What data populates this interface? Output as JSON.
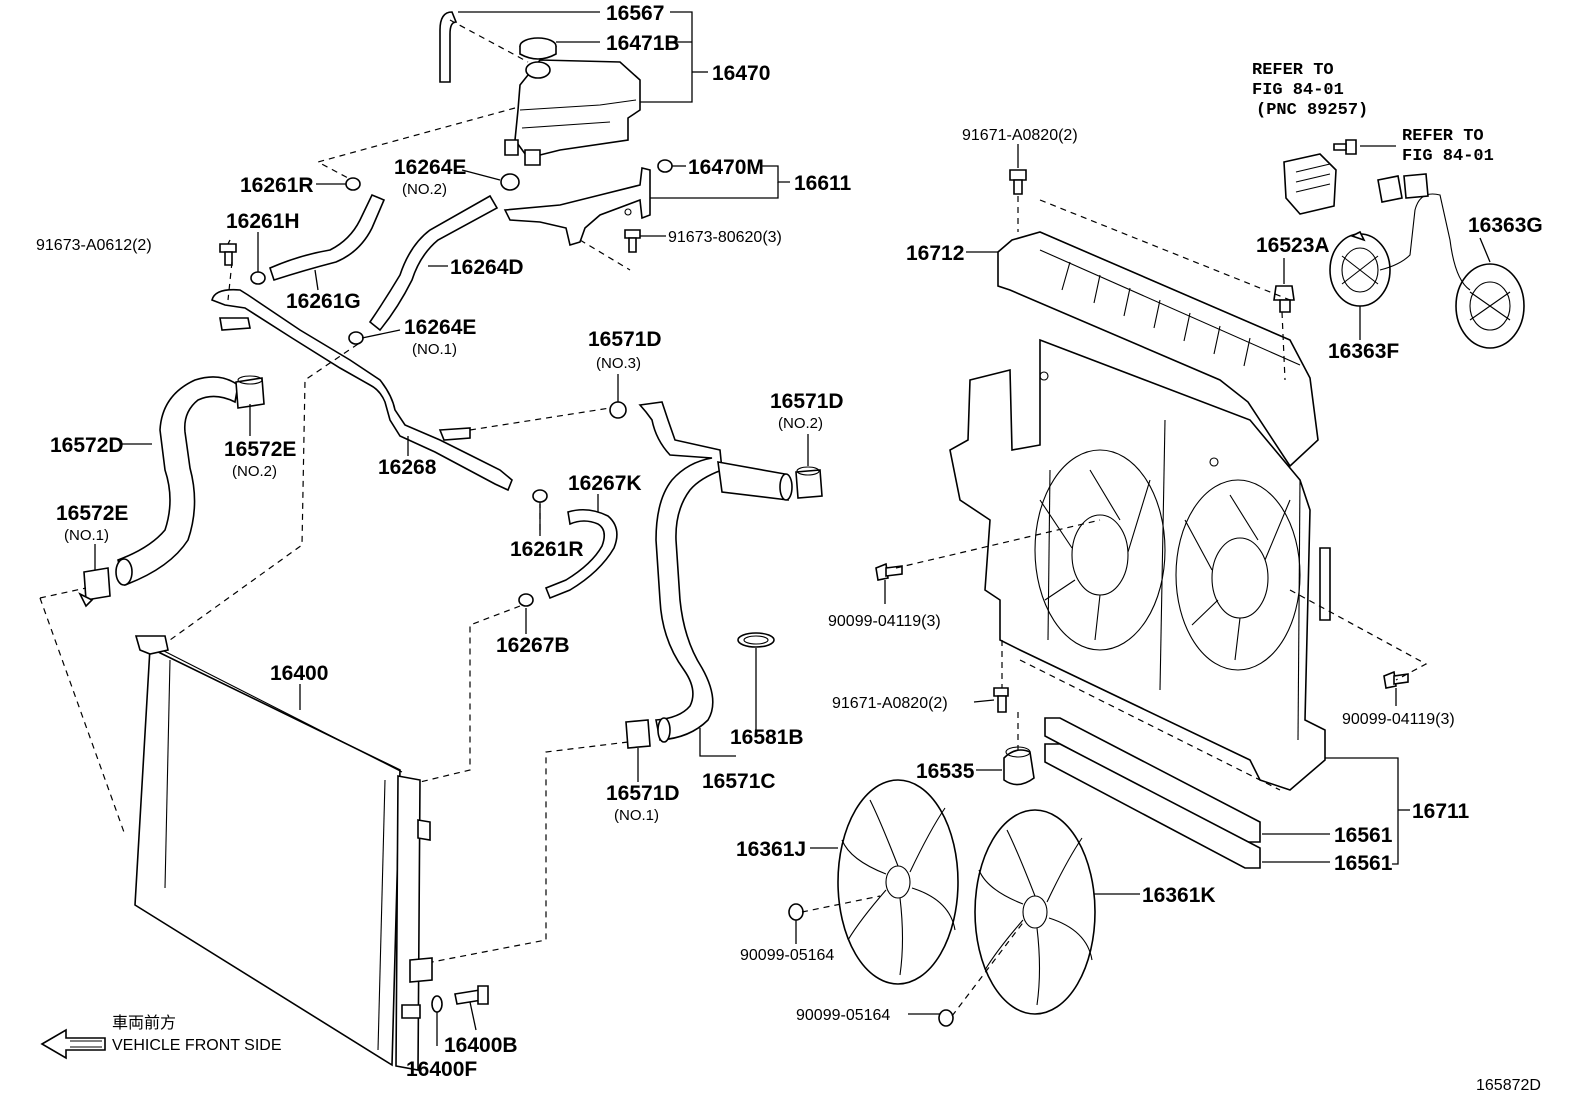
{
  "parts": {
    "p16567": "16567",
    "p16471B": "16471B",
    "p16470": "16470",
    "p16261R_top": "16261R",
    "p16264E_no2": "16264E",
    "no2_a": "(NO.2)",
    "p16470M": "16470M",
    "p16611": "16611",
    "p16261H": "16261H",
    "p91673_A0612": "91673-A0612(2)",
    "p91673_80620": "91673-80620(3)",
    "p16264D": "16264D",
    "p16261G": "16261G",
    "p16264E_no1": "16264E",
    "no1_a": "(NO.1)",
    "p16571D_no3": "16571D",
    "no3_a": "(NO.3)",
    "p16571D_no2": "16571D",
    "no2_b": "(NO.2)",
    "p16572D": "16572D",
    "p16572E_no2": "16572E",
    "no2_c": "(NO.2)",
    "p16268": "16268",
    "p16572E_no1": "16572E",
    "no1_b": "(NO.1)",
    "p16267K": "16267K",
    "p16261R_mid": "16261R",
    "p16267B": "16267B",
    "p16400": "16400",
    "p16581B": "16581B",
    "p16571C": "16571C",
    "p16571D_no1": "16571D",
    "no1_c": "(NO.1)",
    "p16400B": "16400B",
    "p16400F": "16400F",
    "p91671_A0820_top": "91671-A0820(2)",
    "p16712": "16712",
    "p16523A": "16523A",
    "p16363G": "16363G",
    "p16363F": "16363F",
    "p90099_04119_left": "90099-04119(3)",
    "p91671_A0820_bot": "91671-A0820(2)",
    "p90099_04119_right": "90099-04119(3)",
    "p16535": "16535",
    "p16711": "16711",
    "p16561_a": "16561",
    "p16561_b": "16561",
    "p16361J": "16361J",
    "p16361K": "16361K",
    "p90099_05164_a": "90099-05164",
    "p90099_05164_b": "90099-05164"
  },
  "notes": {
    "refer1_l1": "REFER TO",
    "refer1_l2": "FIG 84-01",
    "refer1_l3": "(PNC 89257)",
    "refer2_l1": "REFER TO",
    "refer2_l2": "FIG 84-01"
  },
  "orientation": {
    "jp": "車両前方",
    "en": "VEHICLE FRONT SIDE"
  },
  "figure_id": "165872D"
}
